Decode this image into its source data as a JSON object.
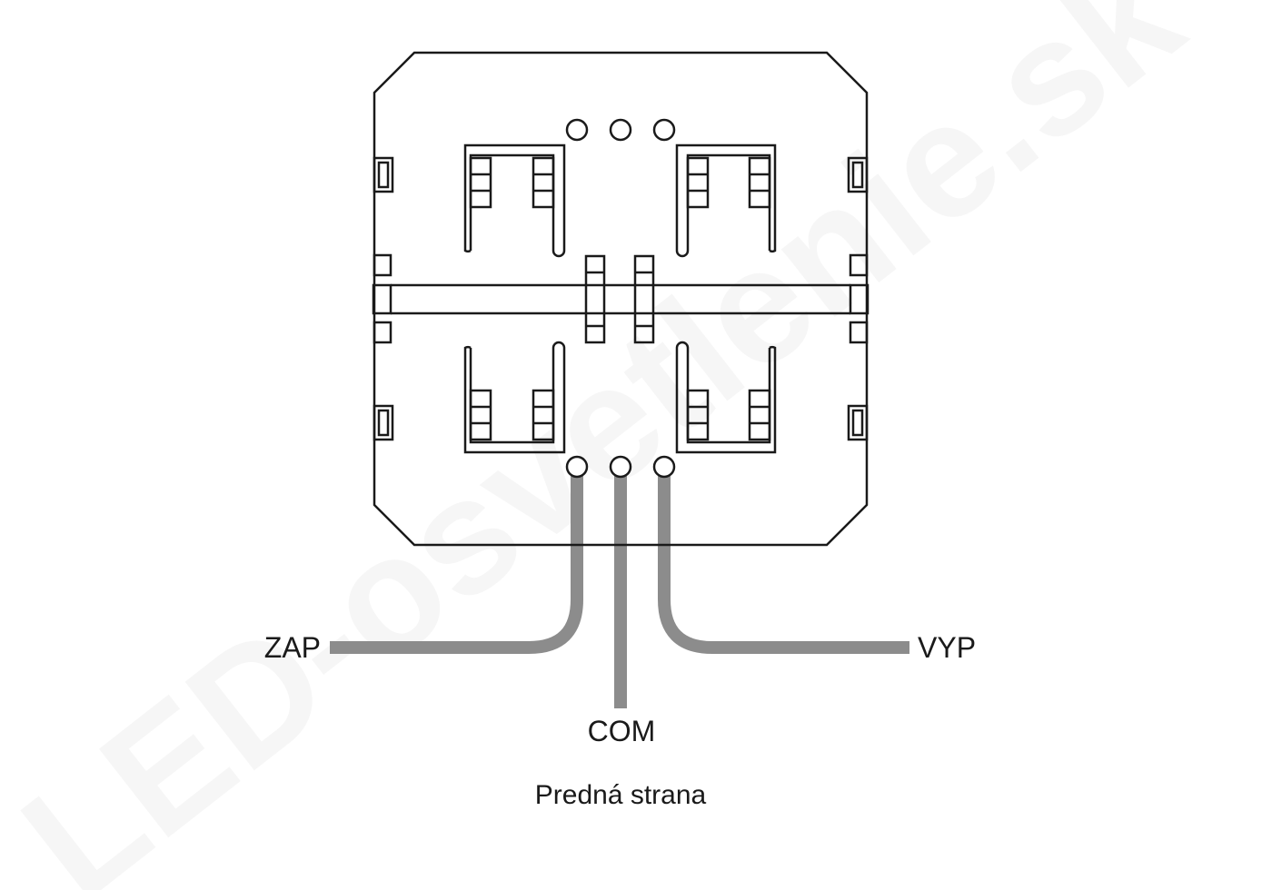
{
  "watermark": "LED-osvetlenie.sk",
  "wires": {
    "left": "ZAP",
    "middle": "COM",
    "right": "VYP"
  },
  "caption": "Predná strana",
  "colors": {
    "outline": "#1a1a1a",
    "wire": "#8c8c8c",
    "background": "#ffffff"
  }
}
